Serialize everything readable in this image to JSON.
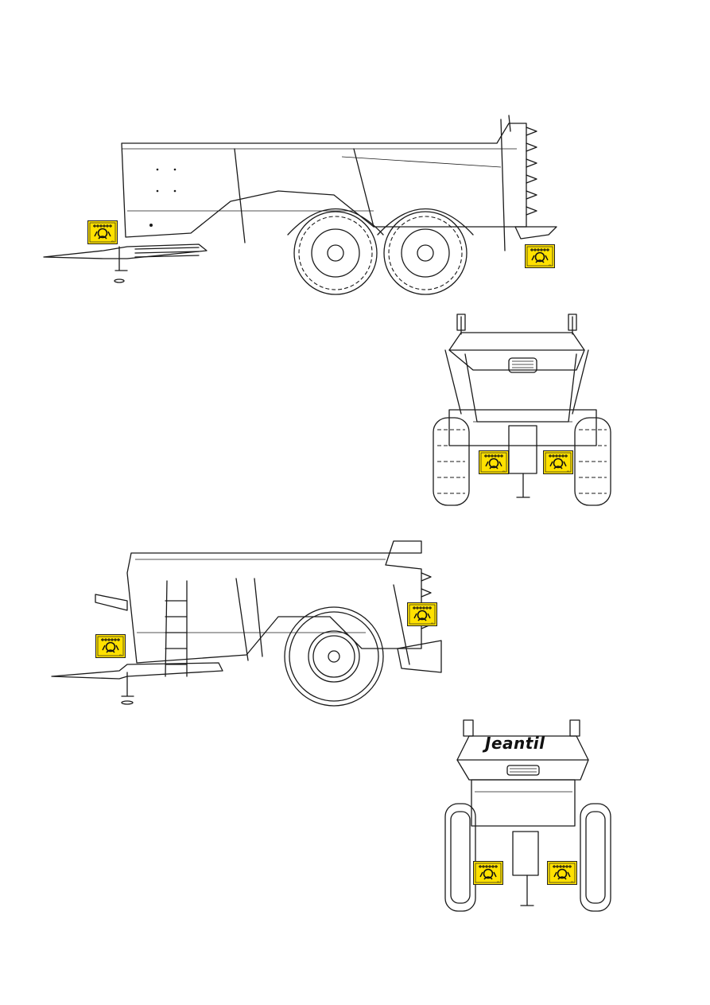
{
  "document": {
    "page_size": "893x1263",
    "views": [
      {
        "id": "tandem-side",
        "label_text": ""
      },
      {
        "id": "tandem-rear",
        "label_text": ""
      },
      {
        "id": "single-side",
        "label_text": ""
      },
      {
        "id": "single-rear",
        "label_text": ""
      }
    ],
    "brand_logo_text": "Jeantil",
    "warning_sticker": {
      "color": "#FFE100",
      "icon": "rotating-auger-hazard-icon"
    }
  }
}
